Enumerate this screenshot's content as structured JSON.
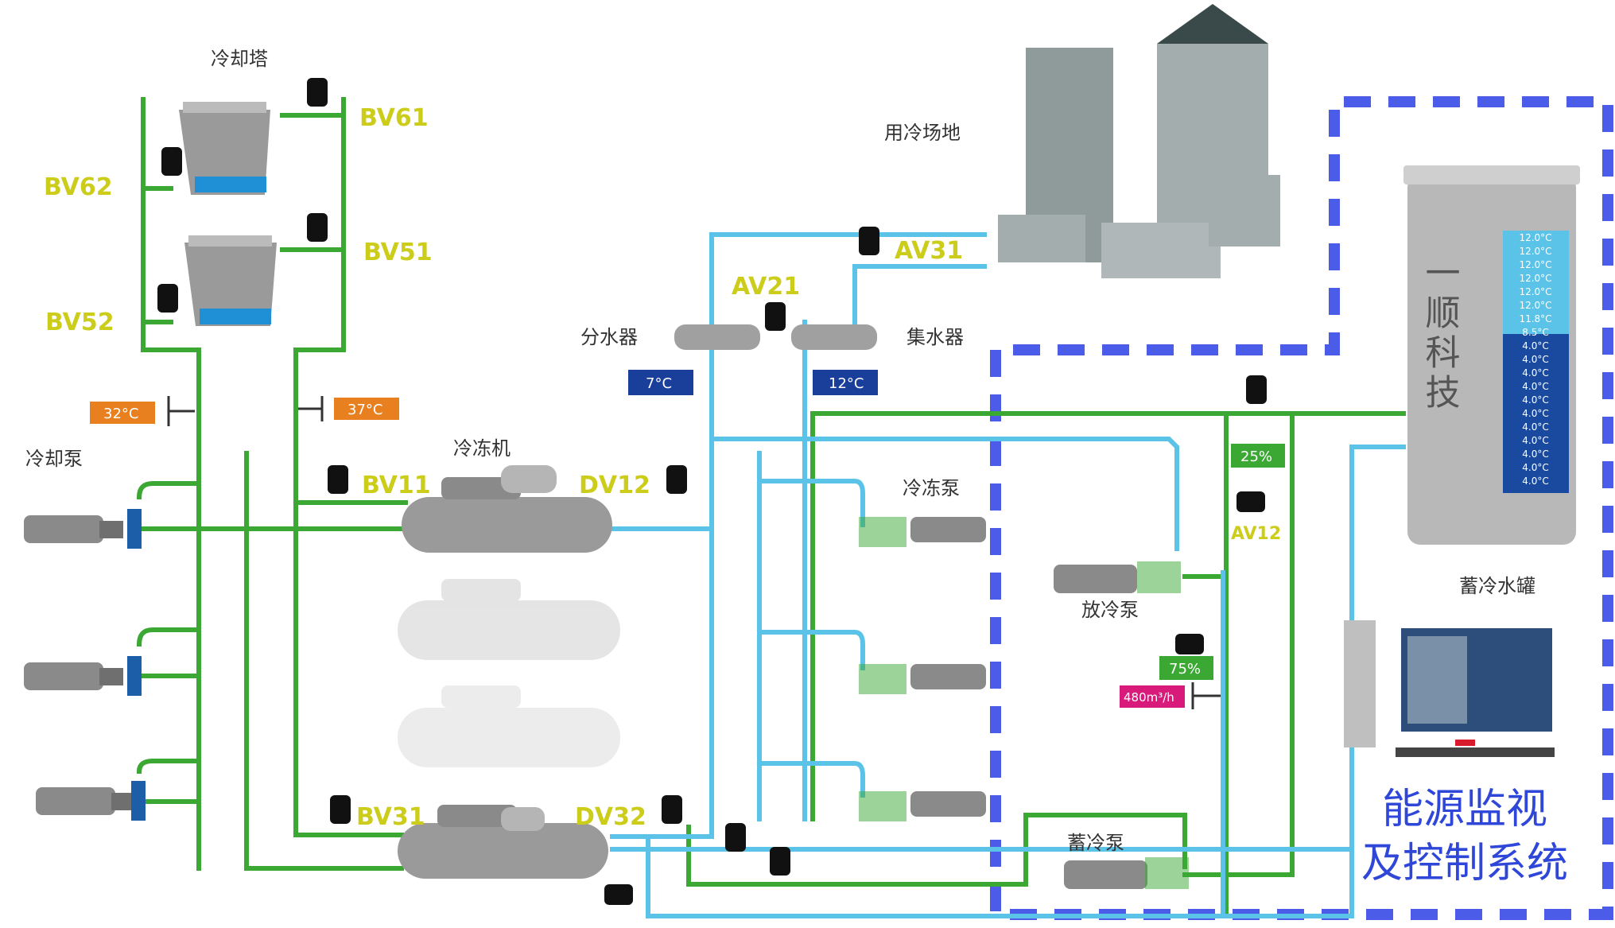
{
  "labels": {
    "cooling_tower": "冷却塔",
    "cooling_pump": "冷却泵",
    "chiller": "冷冻机",
    "chilled_pump": "冷冻泵",
    "discharge_pump": "放冷泵",
    "storage_pump": "蓄冷泵",
    "distributor": "分水器",
    "collector": "集水器",
    "user_site": "用冷场地",
    "storage_tank": "蓄冷水罐",
    "system_title_1": "能源监视",
    "system_title_2": "及控制系统"
  },
  "valves": {
    "bv61": "BV61",
    "bv62": "BV62",
    "bv51": "BV51",
    "bv52": "BV52",
    "bv11": "BV11",
    "dv12": "DV12",
    "bv31": "BV31",
    "dv32": "DV32",
    "av21": "AV21",
    "av31": "AV31",
    "av12": "AV12"
  },
  "readings": {
    "temp_cool_supply": "32°C",
    "temp_cool_return": "37°C",
    "temp_supply": "7°C",
    "temp_return": "12°C",
    "valve_open_1": "25%",
    "valve_open_2": "75%",
    "flow": "480m³/h"
  },
  "tank": {
    "logo_text": "一顺科技",
    "temperatures": [
      "12.0°C",
      "12.0°C",
      "12.0°C",
      "12.0°C",
      "12.0°C",
      "12.0°C",
      "11.8°C",
      "8.5°C",
      "4.0°C",
      "4.0°C",
      "4.0°C",
      "4.0°C",
      "4.0°C",
      "4.0°C",
      "4.0°C",
      "4.0°C",
      "4.0°C",
      "4.0°C",
      "4.0°C"
    ]
  },
  "colors": {
    "cooling_water_pipe": "#3aa832",
    "chilled_water_pipe": "#5cc3e8",
    "valve_label": "#cccc1a",
    "supply_temp_box": "#1a3f9a",
    "cooling_temp_box": "#e8801f",
    "percent_box": "#3aa832",
    "flow_box": "#d81b7a",
    "dashed_border": "#4a5ce8"
  }
}
